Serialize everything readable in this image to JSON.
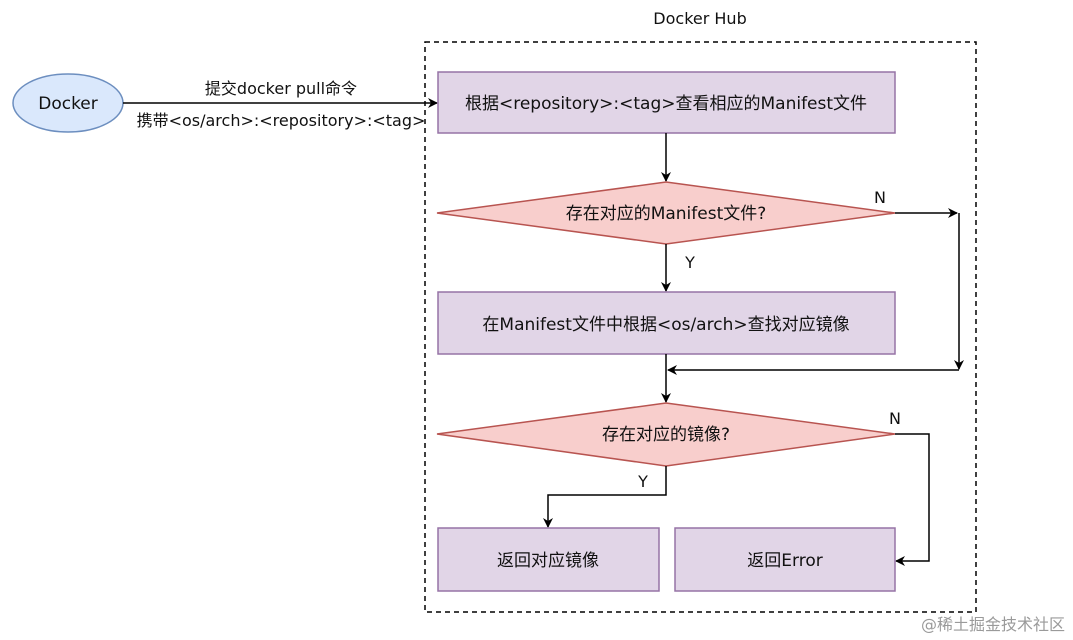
{
  "container": {
    "title": "Docker Hub"
  },
  "nodes": {
    "docker": "Docker",
    "lookup_manifest": "根据<repository>:<tag>查看相应的Manifest文件",
    "manifest_exists": "存在对应的Manifest文件?",
    "find_image": "在Manifest文件中根据<os/arch>查找对应镜像",
    "image_exists": "存在对应的镜像?",
    "return_image": "返回对应镜像",
    "return_error": "返回Error"
  },
  "edges": {
    "pull_command": "提交docker pull命令",
    "pull_params": "携带<os/arch>:<repository>:<tag>",
    "manifest_yes": "Y",
    "manifest_no": "N",
    "image_yes": "Y",
    "image_no": "N"
  },
  "watermark": "@稀土掘金技术社区",
  "colors": {
    "process_fill": "#e1d5e7",
    "process_stroke": "#9673a6",
    "decision_fill": "#f8cecc",
    "decision_stroke": "#b85450",
    "start_fill": "#dae8fc",
    "start_stroke": "#6c8ebf",
    "line": "#000000"
  }
}
